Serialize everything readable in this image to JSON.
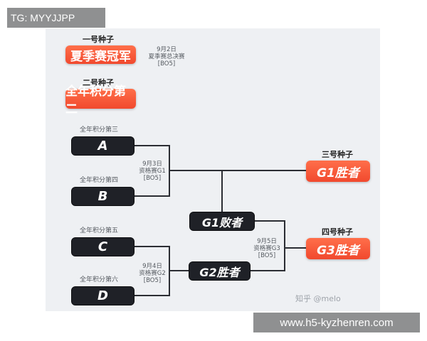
{
  "overlay": {
    "tg_label": "TG: MYYJJPP",
    "url_label": "www.h5-kyzhenren.com"
  },
  "seeds": {
    "seed1_label": "一号种子",
    "seed1_box": "夏季赛冠军",
    "seed2_label": "二号种子",
    "seed2_box": "全年积分第二",
    "seed3_label": "三号种子",
    "seed3_box": "G1胜者",
    "seed4_label": "四号种子",
    "seed4_box": "G3胜者"
  },
  "final_note": [
    "9月2日",
    "夏季赛总决赛",
    "[BO5]"
  ],
  "teams": [
    {
      "caption": "全年积分第三",
      "name": "A"
    },
    {
      "caption": "全年积分第四",
      "name": "B"
    },
    {
      "caption": "全年积分第五",
      "name": "C"
    },
    {
      "caption": "全年积分第六",
      "name": "D"
    }
  ],
  "matches": {
    "g1_note": [
      "9月3日",
      "资格赛G1",
      "[BO5]"
    ],
    "g2_note": [
      "9月4日",
      "资格赛G2",
      "[BO5]"
    ],
    "g3_note": [
      "9月5日",
      "资格赛G3",
      "[BO5]"
    ],
    "g1_loser": "G1败者",
    "g2_winner": "G2胜者"
  },
  "watermark": "知乎 @melo",
  "colors": {
    "accent_orange": "#f1492e",
    "team_dark": "#1f2127",
    "line": "#2b2d33",
    "panel_bg": "#eef0f3"
  }
}
